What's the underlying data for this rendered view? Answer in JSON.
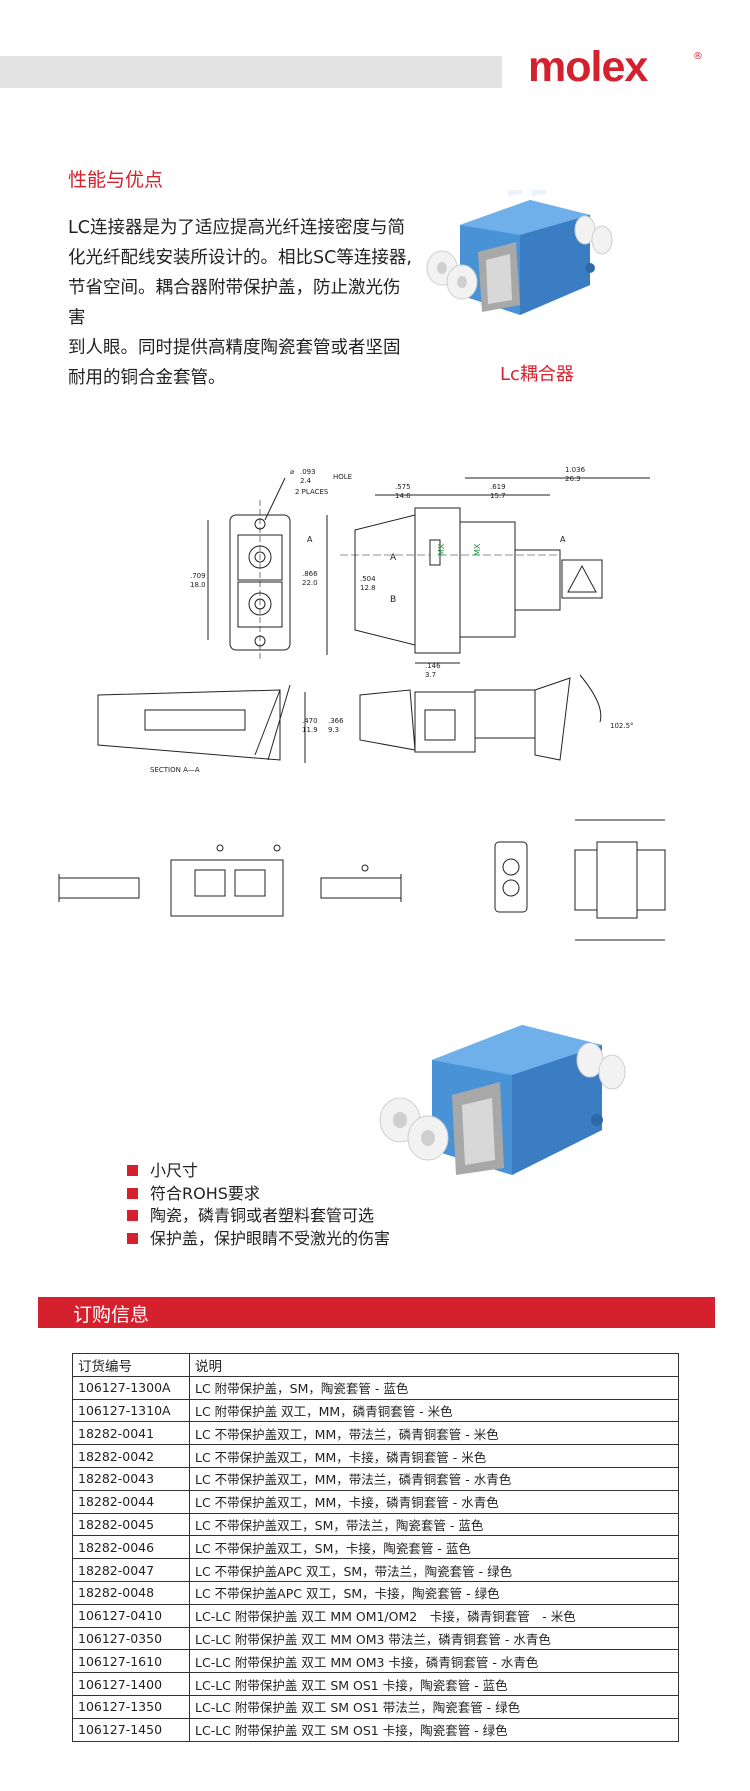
{
  "header": {
    "brand": "molex",
    "registered_mark": "®"
  },
  "features": {
    "title": "性能与优点",
    "intro": [
      "LC连接器是为了适应提高光纤连接密度与简",
      "化光纤配线安装所设计的。相比SC等连接器,",
      "节省空间。耦合器附带保护盖，防止激光伤害",
      "到人眼。同时提供高精度陶瓷套管或者坚固",
      "耐用的铜合金套管。"
    ],
    "coupler_caption": "Lc耦合器"
  },
  "drawing": {
    "hole_dim_in": ".093",
    "hole_dim_mm": "2.4",
    "hole_label": "HOLE",
    "places_label": "2 PLACES",
    "dims": {
      "d575": ".575",
      "d146mm": "14.6",
      "d619": ".619",
      "d157": "15.7",
      "d1036": "1.036",
      "d263": "26.3",
      "d709": ".709",
      "d180": "18.0",
      "d866": ".866",
      "d220": "22.0",
      "d504": ".504",
      "d128": "12.8",
      "d146in": ".146",
      "d37": "3.7",
      "d470": ".470",
      "d119": "11.9",
      "d366": ".366",
      "d93": "9.3",
      "angle": "102.5°"
    },
    "label_A": "A",
    "label_B": "B",
    "label_MX": "MX",
    "section_label": "SECTION A—A"
  },
  "bullets": [
    "小尺寸",
    "符合ROHS要求",
    "陶瓷，磷青铜或者塑料套管可选",
    "保护盖，保护眼睛不受激光的伤害"
  ],
  "order": {
    "title": "订购信息",
    "headers": [
      "订货编号",
      "说明"
    ],
    "rows": [
      [
        "106127-1300A",
        "LC 附带保护盖，SM，陶瓷套管 - 蓝色"
      ],
      [
        "106127-1310A",
        "LC 附带保护盖 双工，MM，磷青铜套管 - 米色"
      ],
      [
        "18282-0041",
        "LC 不带保护盖双工，MM，带法兰，磷青铜套管 - 米色"
      ],
      [
        "18282-0042",
        "LC 不带保护盖双工，MM，卡接，磷青铜套管 - 米色"
      ],
      [
        "18282-0043",
        "LC 不带保护盖双工，MM，带法兰，磷青铜套管 - 水青色"
      ],
      [
        "18282-0044",
        "LC 不带保护盖双工，MM，卡接，磷青铜套管 - 水青色"
      ],
      [
        "18282-0045",
        "LC 不带保护盖双工，SM，带法兰，陶瓷套管 - 蓝色"
      ],
      [
        "18282-0046",
        "LC 不带保护盖双工，SM，卡接，陶瓷套管 - 蓝色"
      ],
      [
        "18282-0047",
        "LC 不带保护盖APC 双工，SM，带法兰，陶瓷套管 - 绿色"
      ],
      [
        "18282-0048",
        "LC 不带保护盖APC 双工，SM，卡接，陶瓷套管 - 绿色"
      ],
      [
        "106127-0410",
        "LC-LC 附带保护盖 双工 MM OM1/OM2　卡接，磷青铜套管　- 米色"
      ],
      [
        "106127-0350",
        "LC-LC 附带保护盖 双工 MM OM3 带法兰，磷青铜套管 - 水青色"
      ],
      [
        "106127-1610",
        "LC-LC 附带保护盖 双工 MM OM3 卡接，磷青铜套管 - 水青色"
      ],
      [
        "106127-1400",
        "LC-LC 附带保护盖 双工 SM OS1 卡接，陶瓷套管 - 蓝色"
      ],
      [
        "106127-1350",
        "LC-LC 附带保护盖 双工 SM OS1 带法兰，陶瓷套管 - 绿色"
      ],
      [
        "106127-1450",
        "LC-LC 附带保护盖 双工 SM OS1 卡接，陶瓷套管 - 绿色"
      ]
    ]
  },
  "colors": {
    "brand_red": "#d5212e",
    "coupler_blue": "#4a92d6"
  }
}
